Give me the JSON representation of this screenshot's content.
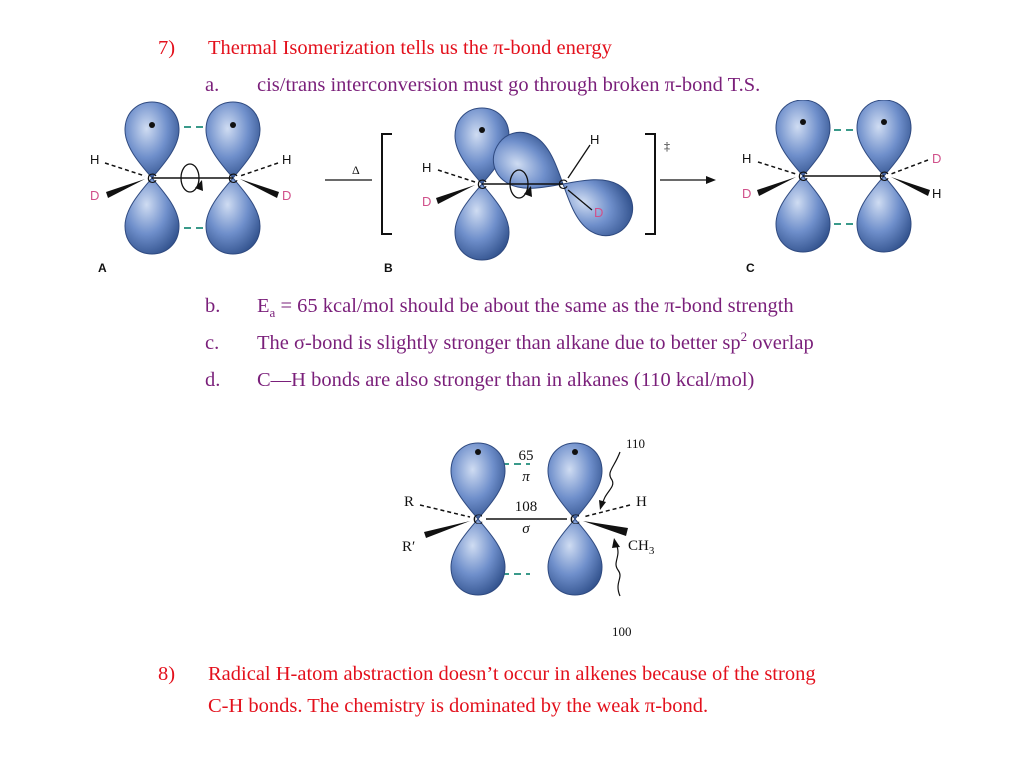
{
  "item7": {
    "number": "7)",
    "text": "Thermal Isomerization tells us the π-bond energy",
    "a": {
      "marker": "a.",
      "text": "cis/trans interconversion must go through broken π-bond T.S."
    }
  },
  "figure1": {
    "atoms": {
      "H": "H",
      "D": "D",
      "C": "C"
    },
    "delta": "Δ",
    "double_dagger": "‡",
    "panel_labels": [
      "A",
      "B",
      "C"
    ]
  },
  "sub_items": {
    "b": {
      "marker": "b.",
      "pre": "E",
      "sub": "a",
      "post": " = 65 kcal/mol should be about the same as the π-bond strength"
    },
    "c": {
      "marker": "c.",
      "pre": "The σ-bond is slightly stronger than alkane due to better sp",
      "sup": "2",
      "post": " overlap"
    },
    "d": {
      "marker": "d.",
      "text": "C—H bonds are also stronger than in alkanes (110 kcal/mol)"
    }
  },
  "figure2": {
    "pi_energy": "65",
    "pi_symbol": "π",
    "sigma_energy": "108",
    "sigma_symbol": "σ",
    "ch_energy_top": "110",
    "ch_energy_bottom": "100",
    "left_top": "R",
    "left_bottom": "R′",
    "right_top": "H",
    "right_bottom_main": "CH",
    "right_bottom_sub": "3",
    "carbon": "C"
  },
  "item8": {
    "number": "8)",
    "line1": "Radical H-atom abstraction doesn’t occur in alkenes because of the strong",
    "line2": "C-H bonds.  The chemistry is dominated by the weak π-bond."
  },
  "colors": {
    "heading": "#e3101c",
    "subitem": "#7a1f7a",
    "orbital": "#5a7fbf",
    "hydrogen_d": "#d0508a"
  }
}
